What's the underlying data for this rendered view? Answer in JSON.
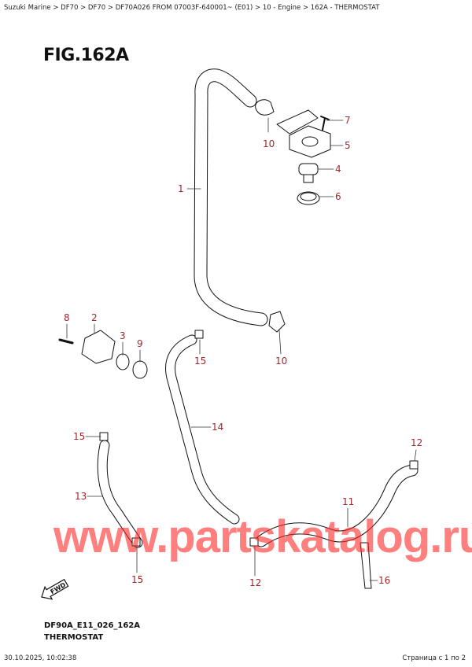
{
  "breadcrumb": "Suzuki Marine > DF70 > DF70 > DF70A026 FROM 07003F-640001~ (E01) > 10 - Engine > 162A - THERMOSTAT",
  "figure_title": "FIG.162A",
  "diagram": {
    "callouts": [
      "1",
      "7",
      "10",
      "5",
      "4",
      "6",
      "8",
      "2",
      "3",
      "9",
      "15",
      "10",
      "14",
      "15",
      "13",
      "12",
      "11",
      "15",
      "12",
      "16"
    ],
    "fwd_label": "FWD",
    "label_color": "#a3262c"
  },
  "watermark": "www.partskatalog.ru",
  "footer": {
    "code": "DF90A_E11_026_162A",
    "title": "THERMOSTAT",
    "datetime": "30.10.2025, 10:02:38",
    "page": "Страница с 1 по 2"
  }
}
